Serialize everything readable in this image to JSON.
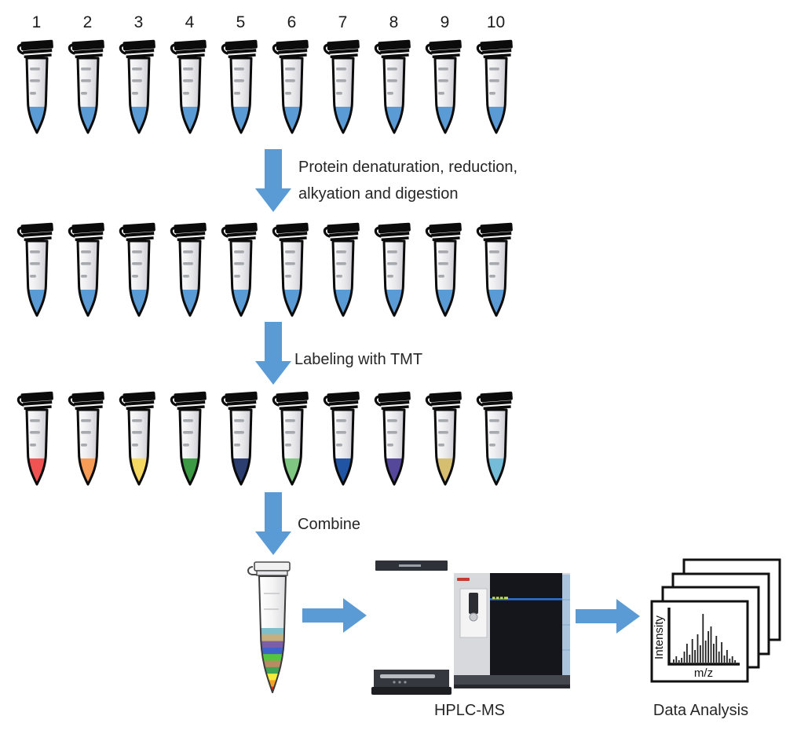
{
  "colors": {
    "arrow": "#5B9BD5",
    "sample_liquid": "#5B9BD5",
    "tube_outline": "#0b0b0b"
  },
  "tube_rows": [
    {
      "name": "samples",
      "numbers": [
        "1",
        "2",
        "3",
        "4",
        "5",
        "6",
        "7",
        "8",
        "9",
        "10"
      ],
      "liquid_colors": [
        "#5B9BD5",
        "#5B9BD5",
        "#5B9BD5",
        "#5B9BD5",
        "#5B9BD5",
        "#5B9BD5",
        "#5B9BD5",
        "#5B9BD5",
        "#5B9BD5",
        "#5B9BD5"
      ]
    },
    {
      "name": "digested-peptides",
      "numbers": [],
      "liquid_colors": [
        "#5B9BD5",
        "#5B9BD5",
        "#5B9BD5",
        "#5B9BD5",
        "#5B9BD5",
        "#5B9BD5",
        "#5B9BD5",
        "#5B9BD5",
        "#5B9BD5",
        "#5B9BD5"
      ]
    },
    {
      "name": "tmt-labeled",
      "numbers": [],
      "liquid_colors": [
        "#F15353",
        "#F79C56",
        "#F5D862",
        "#3D9A44",
        "#2C3E6F",
        "#7EC681",
        "#2155A4",
        "#55489B",
        "#D5BE70",
        "#74BCD7"
      ]
    }
  ],
  "steps": [
    {
      "label_lines": [
        "Protein denaturation, reduction,",
        "alkyation and digestion"
      ]
    },
    {
      "label_lines": [
        "Labeling with TMT"
      ]
    },
    {
      "label_lines": [
        "Combine"
      ]
    }
  ],
  "combined_tube": {
    "layer_colors": [
      "#7FBFCB",
      "#C9AE7D",
      "#7A5FA8",
      "#3F62C6",
      "#52C63F",
      "#B78C63",
      "#3FA354",
      "#F4EB3C",
      "#F7A128",
      "#EA2B23"
    ]
  },
  "instrument": {
    "label": "HPLC-MS"
  },
  "data_analysis": {
    "label": "Data Analysis",
    "ylabel": "Intensity",
    "xlabel": "m/z",
    "spectrum_bars": [
      4,
      8,
      3,
      6,
      14,
      24,
      10,
      30,
      16,
      36,
      22,
      62,
      28,
      40,
      46,
      24,
      34,
      14,
      26,
      9,
      16,
      5,
      8,
      3
    ]
  }
}
